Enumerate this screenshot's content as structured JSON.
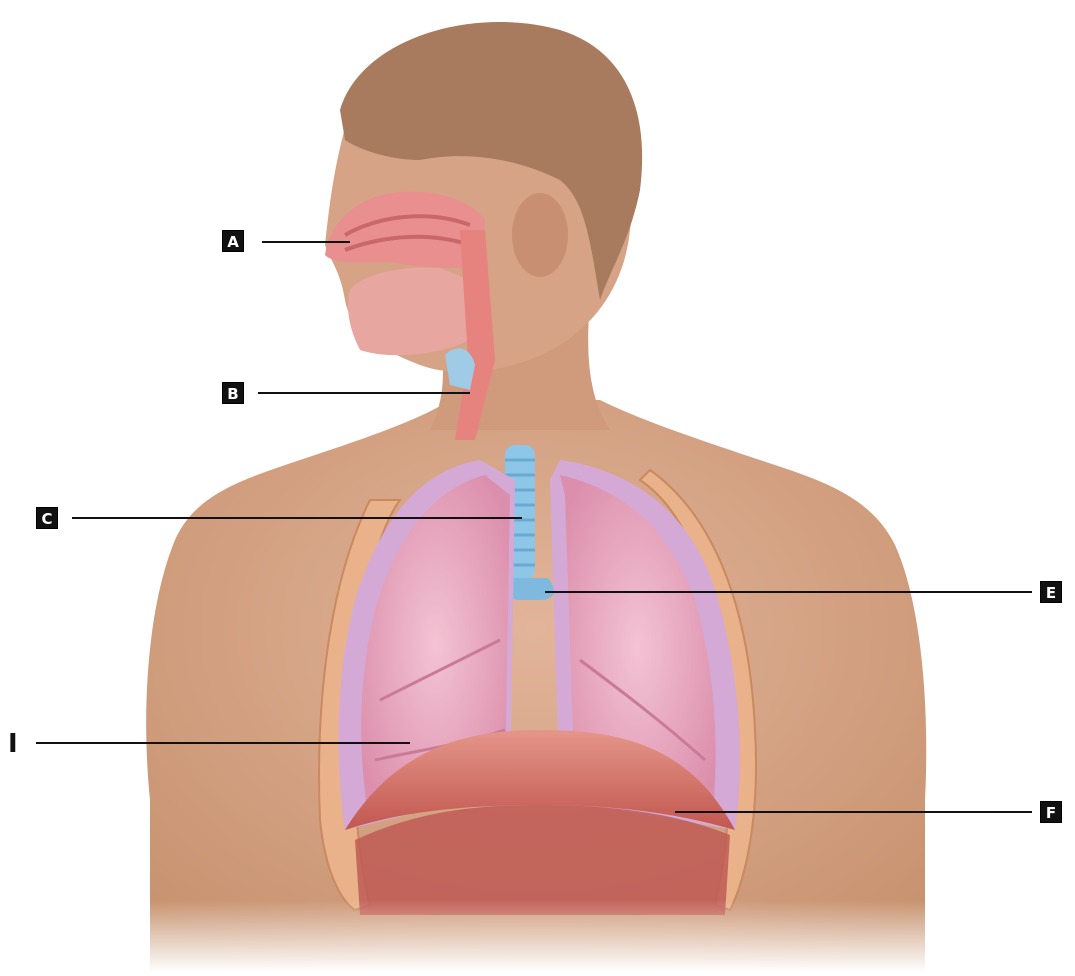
{
  "diagram": {
    "labels": {
      "a": "A",
      "b": "B",
      "c": "C",
      "e": "E",
      "i": "I",
      "f": "F"
    }
  },
  "colors": {
    "skin": "#d9a98c",
    "skin_shadow": "#c98f72",
    "hair": "#a87a5e",
    "lung": "#e39bb4",
    "lung_light": "#f1bcd0",
    "pleura": "#d4a9d6",
    "trachea": "#8ec6e8",
    "diaphragm": "#c9605a",
    "nasal": "#e98f90",
    "rib": "#e9b28a",
    "leader_line": "#111111"
  }
}
